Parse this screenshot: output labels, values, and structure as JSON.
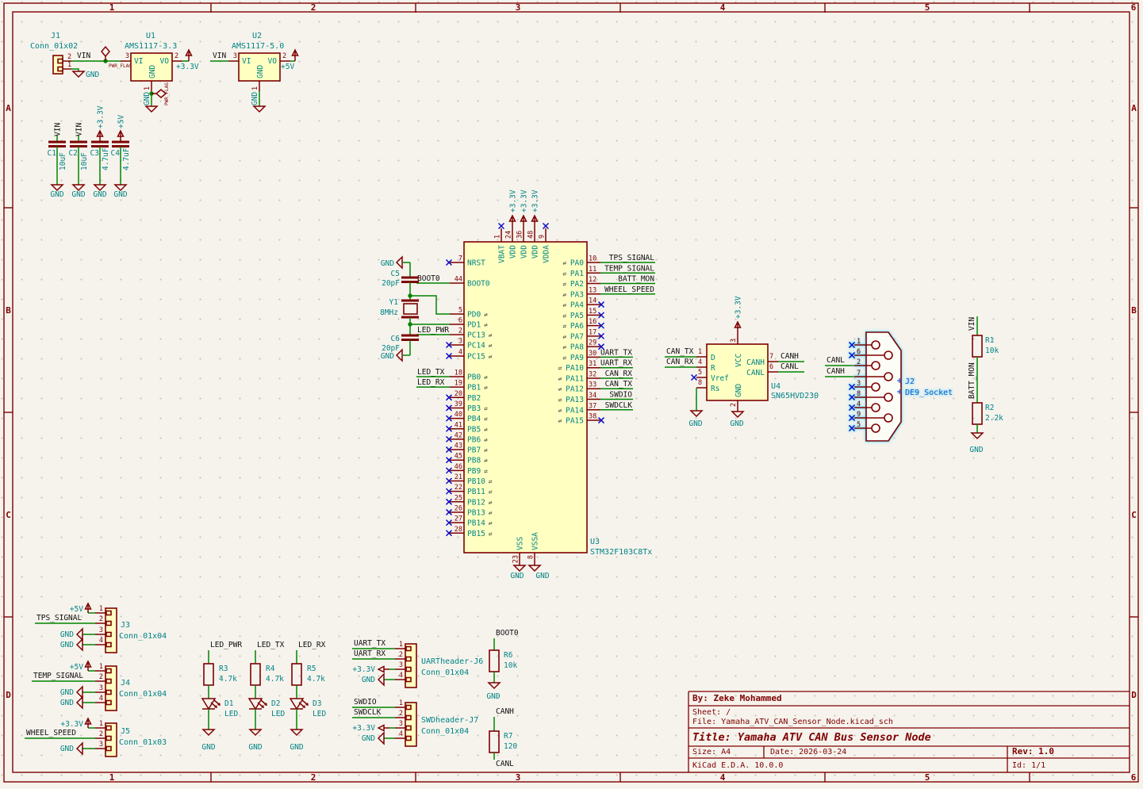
{
  "colors": {
    "symbol": "#7F0000",
    "wire": "#008400",
    "pin_name": "#008484",
    "label": "#101010",
    "fill": "#FFFFC2",
    "noconnect": "#0C0CC6",
    "selection": "#45D7F7",
    "background": "#F6F3ED"
  },
  "sheet": {
    "cols": [
      "1",
      "2",
      "3",
      "4",
      "5",
      "6"
    ],
    "rows": [
      "A",
      "B",
      "C",
      "D"
    ]
  },
  "title_block": {
    "by": "By: Zeke Mohammed",
    "sheet": "Sheet: /",
    "file": "File: Yamaha_ATV_CAN_Sensor_Node.kicad_sch",
    "title": "Title: Yamaha ATV CAN Bus Sensor Node",
    "size": "Size: A4",
    "date": "Date: 2026-03-24",
    "rev": "Rev: 1.0",
    "app": "KiCad E.D.A. 10.0.0",
    "id": "Id: 1/1"
  },
  "j1": {
    "ref": "J1",
    "value": "Conn_01x02",
    "pins": [
      {
        "num": "2",
        "net": "VIN"
      },
      {
        "num": "1"
      }
    ],
    "gnd": "GND",
    "pwr_flag": "PWR_FLAG"
  },
  "u1": {
    "ref": "U1",
    "value": "AMS1117-3.3",
    "pin_in": {
      "num": "3",
      "name": "VI"
    },
    "pin_out": {
      "num": "2",
      "name": "VO"
    },
    "pin_gnd": {
      "num": "1",
      "name": "GND"
    },
    "net_out": "+3.3V",
    "pwr_flag": "PWR_FLAG"
  },
  "u2": {
    "ref": "U2",
    "value": "AMS1117-5.0",
    "net_in": "VIN",
    "pin_in": {
      "num": "3",
      "name": "VI"
    },
    "pin_out": {
      "num": "2",
      "name": "VO"
    },
    "pin_gnd": {
      "num": "1",
      "name": "GND"
    },
    "net_out": "+5V"
  },
  "caps": [
    {
      "ref": "C1",
      "value": "10uF",
      "net": "VIN",
      "pwr": false
    },
    {
      "ref": "C2",
      "value": "10uF",
      "net": "VIN",
      "pwr": false
    },
    {
      "ref": "C3",
      "value": "4.7uF",
      "net": "+3.3V",
      "pwr": true
    },
    {
      "ref": "C4",
      "value": "4.7uF",
      "net": "+5V",
      "pwr": true
    }
  ],
  "caps_gnd": "GND",
  "mcu": {
    "ref": "U3",
    "value": "STM32F103C8Tx",
    "top_pins": [
      {
        "num": "1",
        "name": "VBAT",
        "nc": true
      },
      {
        "num": "24",
        "name": "VDD",
        "net": "+3.3V"
      },
      {
        "num": "36",
        "name": "VDD",
        "net": "+3.3V"
      },
      {
        "num": "48",
        "name": "VDD",
        "net": "+3.3V"
      },
      {
        "num": "9",
        "name": "VDDA",
        "nc": true
      }
    ],
    "left_pins": [
      {
        "num": "7",
        "name": "NRST",
        "nc": true
      },
      {
        "num": "44",
        "name": "BOOT0",
        "label": "BOOT0"
      },
      {
        "num": "5",
        "name": "PD0",
        "glyph": true,
        "wire": true
      },
      {
        "num": "6",
        "name": "PD1",
        "glyph": true,
        "wire": true
      },
      {
        "num": "2",
        "name": "PC13",
        "glyph": true,
        "label": "LED_PWR"
      },
      {
        "num": "3",
        "name": "PC14",
        "glyph": true,
        "nc": true
      },
      {
        "num": "4",
        "name": "PC15",
        "glyph": true,
        "nc": true
      }
    ],
    "pb_pins": [
      {
        "num": "18",
        "name": "PB0",
        "glyph": true,
        "label": "LED_TX"
      },
      {
        "num": "19",
        "name": "PB1",
        "glyph": true,
        "label": "LED_RX"
      },
      {
        "num": "20",
        "name": "PB2",
        "nc": true
      },
      {
        "num": "39",
        "name": "PB3",
        "glyph": true,
        "nc": true
      },
      {
        "num": "40",
        "name": "PB4",
        "glyph": true,
        "nc": true
      },
      {
        "num": "41",
        "name": "PB5",
        "glyph": true,
        "nc": true
      },
      {
        "num": "42",
        "name": "PB6",
        "glyph": true,
        "nc": true
      },
      {
        "num": "43",
        "name": "PB7",
        "glyph": true,
        "nc": true
      },
      {
        "num": "45",
        "name": "PB8",
        "glyph": true,
        "nc": true
      },
      {
        "num": "46",
        "name": "PB9",
        "glyph": true,
        "nc": true
      },
      {
        "num": "21",
        "name": "PB10",
        "glyph": true,
        "nc": true
      },
      {
        "num": "22",
        "name": "PB11",
        "glyph": true,
        "nc": true
      },
      {
        "num": "25",
        "name": "PB12",
        "glyph": true,
        "nc": true
      },
      {
        "num": "26",
        "name": "PB13",
        "glyph": true,
        "nc": true
      },
      {
        "num": "27",
        "name": "PB14",
        "glyph": true,
        "nc": true
      },
      {
        "num": "28",
        "name": "PB15",
        "glyph": true,
        "nc": true
      }
    ],
    "right_pins": [
      {
        "num": "10",
        "name": "PA0",
        "glyph": true,
        "label": "TPS_SIGNAL",
        "long": true
      },
      {
        "num": "11",
        "name": "PA1",
        "glyph": true,
        "label": "TEMP_SIGNAL",
        "long": true
      },
      {
        "num": "12",
        "name": "PA2",
        "glyph": true,
        "label": "BATT_MON",
        "long": true
      },
      {
        "num": "13",
        "name": "PA3",
        "glyph": true,
        "label": "WHEEL_SPEED",
        "long": true
      },
      {
        "num": "14",
        "name": "PA4",
        "glyph": true,
        "nc": true
      },
      {
        "num": "15",
        "name": "PA5",
        "glyph": true,
        "nc": true
      },
      {
        "num": "16",
        "name": "PA6",
        "glyph": true,
        "nc": true
      },
      {
        "num": "17",
        "name": "PA7",
        "glyph": true,
        "nc": true
      },
      {
        "num": "29",
        "name": "PA8",
        "glyph": true,
        "nc": true
      },
      {
        "num": "30",
        "name": "PA9",
        "glyph": true,
        "label": "UART_TX"
      },
      {
        "num": "31",
        "name": "PA10",
        "glyph": true,
        "label": "UART_RX"
      },
      {
        "num": "32",
        "name": "PA11",
        "glyph": true,
        "label": "CAN_RX"
      },
      {
        "num": "33",
        "name": "PA12",
        "glyph": true,
        "label": "CAN_TX"
      },
      {
        "num": "34",
        "name": "PA13",
        "glyph": true,
        "label": "SWDIO"
      },
      {
        "num": "37",
        "name": "PA14",
        "glyph": true,
        "label": "SWDCLK"
      },
      {
        "num": "38",
        "name": "PA15",
        "glyph": true,
        "nc": true
      }
    ],
    "bottom_pins": [
      {
        "num": "23",
        "name": "VSS",
        "net": "GND"
      },
      {
        "num": "8",
        "name": "VSSA",
        "net": "GND"
      }
    ]
  },
  "xtal": {
    "ref": "Y1",
    "value": "8MHz",
    "gnd_top": "GND",
    "gnd_bottom": "GND",
    "c5": {
      "ref": "C5",
      "value": "20pF"
    },
    "c6": {
      "ref": "C6",
      "value": "20pF"
    }
  },
  "can": {
    "ref": "U4",
    "value": "SN65HVD230",
    "pins": {
      "d": {
        "num": "1",
        "name": "D"
      },
      "r": {
        "num": "4",
        "name": "R"
      },
      "vref": {
        "num": "5",
        "name": "Vref"
      },
      "rs": {
        "num": "8",
        "name": "Rs"
      },
      "vcc": {
        "num": "3",
        "name": "VCC"
      },
      "gnd": {
        "num": "2",
        "name": "GND"
      },
      "canh": {
        "num": "7",
        "name": "CANH"
      },
      "canl": {
        "num": "6",
        "name": "CANL"
      }
    },
    "nets": {
      "tx": "CAN_TX",
      "rx": "CAN_RX",
      "vcc": "+3.3V",
      "canh": "CANH",
      "canl": "CANL",
      "gnd_rs": "GND",
      "gnd": "GND"
    }
  },
  "de9": {
    "ref": "J2",
    "value": "DE9_Socket",
    "selected": true,
    "net_canl": "CANL",
    "net_canh": "CANH",
    "pins": [
      {
        "num": "1",
        "nc": true
      },
      {
        "num": "6",
        "nc": true
      },
      {
        "num": "2"
      },
      {
        "num": "7"
      },
      {
        "num": "3",
        "nc": true
      },
      {
        "num": "8",
        "nc": true
      },
      {
        "num": "4",
        "nc": true
      },
      {
        "num": "9",
        "nc": true
      },
      {
        "num": "5",
        "nc": true
      }
    ]
  },
  "divider": {
    "top": "VIN",
    "mid": "BATT_MON",
    "bottom": "GND",
    "r1": {
      "ref": "R1",
      "value": "10k"
    },
    "r2": {
      "ref": "R2",
      "value": "2.2k"
    }
  },
  "j3": {
    "ref": "J3",
    "value": "Conn_01x04",
    "rows": [
      {
        "num": "1",
        "net": "+5V",
        "t": "pwr"
      },
      {
        "num": "2",
        "net": "TPS_SIGNAL",
        "t": "label"
      },
      {
        "num": "3",
        "net": "GND",
        "t": "gnd"
      },
      {
        "num": "4",
        "net": "GND",
        "t": "gnd"
      }
    ]
  },
  "j4": {
    "ref": "J4",
    "value": "Conn_01x04",
    "rows": [
      {
        "num": "1",
        "net": "+5V",
        "t": "pwr"
      },
      {
        "num": "2",
        "net": "TEMP_SIGNAL",
        "t": "label"
      },
      {
        "num": "3",
        "net": "GND",
        "t": "gnd"
      },
      {
        "num": "4",
        "net": "GND",
        "t": "gnd"
      }
    ]
  },
  "j5": {
    "ref": "J5",
    "value": "Conn_01x03",
    "rows": [
      {
        "num": "1",
        "net": "+3.3V",
        "t": "pwr"
      },
      {
        "num": "2",
        "net": "WHEEL_SPEED",
        "t": "label"
      },
      {
        "num": "3",
        "net": "GND",
        "t": "gnd"
      }
    ]
  },
  "leds": [
    {
      "net": "LED_PWR",
      "r_ref": "R3",
      "r_val": "4.7k",
      "d_ref": "D1",
      "d_val": "LED",
      "gnd": "GND"
    },
    {
      "net": "LED_TX",
      "r_ref": "R4",
      "r_val": "4.7k",
      "d_ref": "D2",
      "d_val": "LED",
      "gnd": "GND"
    },
    {
      "net": "LED_RX",
      "r_ref": "R5",
      "r_val": "4.7k",
      "d_ref": "D3",
      "d_val": "LED",
      "gnd": "GND"
    }
  ],
  "j6": {
    "ref": "UARTheader-J6",
    "value": "Conn_01x04",
    "rows": [
      {
        "num": "1",
        "net": "UART_TX",
        "t": "label"
      },
      {
        "num": "2",
        "net": "UART_RX",
        "t": "label"
      },
      {
        "num": "3",
        "net": "+3.3V",
        "t": "pwrl"
      },
      {
        "num": "4",
        "net": "GND",
        "t": "gnd"
      }
    ]
  },
  "j7": {
    "ref": "SWDheader-J7",
    "value": "Conn_01x04",
    "rows": [
      {
        "num": "1",
        "net": "SWDIO",
        "t": "label"
      },
      {
        "num": "2",
        "net": "SWDCLK",
        "t": "label"
      },
      {
        "num": "3",
        "net": "+3.3V",
        "t": "pwrl"
      },
      {
        "num": "4",
        "net": "GND",
        "t": "gnd"
      }
    ]
  },
  "r6": {
    "ref": "R6",
    "value": "10k",
    "top": "BOOT0",
    "bottom": "GND"
  },
  "r7": {
    "ref": "R7",
    "value": "120",
    "top": "CANH",
    "bottom": "CANL"
  }
}
